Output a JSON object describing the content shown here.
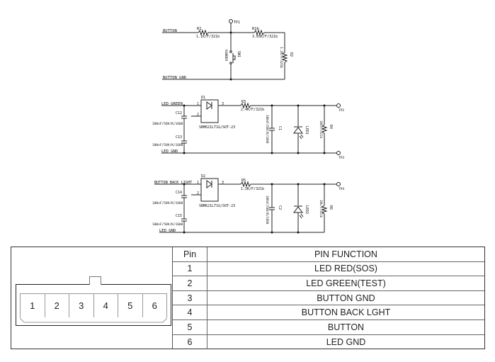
{
  "schematic": {
    "button_circuit": {
      "net_button": "BUTTON",
      "net_button_gnd": "BUTTON_GND",
      "r1_ref": "R1",
      "r1_value": "1.1k/F/321b",
      "r1b_ref": "R1b",
      "r1b_value": "3.65K/F/321b",
      "r2_ref": "R2",
      "r2_value": "1.2k/F/321b",
      "tp1": "TP1",
      "switch_ref": "SW1",
      "switch_value": "RUBBER"
    },
    "led_green_circuit": {
      "net_in": "LED_GREEN",
      "net_gnd": "LED_GND",
      "d_ref": "D1",
      "d_part": "SBM621LT1G/SOT-23",
      "pin1": "1",
      "pin2": "2",
      "pin3": "3",
      "c12_ref": "C12",
      "c12_value": "100nF/50V/K/1608",
      "c13_ref": "C13",
      "c13_value": "100nF/50V/K/1608",
      "r3_ref": "R3",
      "r3_value": "2.4K/F/321b",
      "c1_ref": "C1",
      "c1_value": "100nF/50V/K/1608",
      "led_ref": "LED1",
      "r4_ref": "R4",
      "r4_value": "10k/F/321b",
      "tp_top": "TP2",
      "tp_bottom": "TP3"
    },
    "backlight_circuit": {
      "net_in": "BUTTON_BACK_LIGHT",
      "net_gnd": "LED_GND",
      "d_ref": "D2",
      "d_part": "SBM621LT1G/SOT-23",
      "pin1": "1",
      "pin2": "2",
      "pin3": "3",
      "c14_ref": "C14",
      "c14_value": "100nF/50V/K/1608",
      "c15_ref": "C15",
      "c15_value": "100nF/50V/K/1608",
      "r5_ref": "R5",
      "r5_value": "1.5K/F/321b",
      "c2_ref": "C2",
      "c2_value": "100nF/50V/K/1608",
      "led_ref": "LED2",
      "r6_ref": "R6",
      "r6_value": "10k/F/321b",
      "tp_top": "TP4"
    }
  },
  "connector": {
    "pins": [
      "1",
      "2",
      "3",
      "4",
      "5",
      "6"
    ]
  },
  "pin_table": {
    "headers": {
      "pin": "Pin",
      "function": "PIN FUNCTION"
    },
    "rows": [
      {
        "pin": "1",
        "function": "LED RED(SOS)"
      },
      {
        "pin": "2",
        "function": "LED GREEN(TEST)"
      },
      {
        "pin": "3",
        "function": "BUTTON GND"
      },
      {
        "pin": "4",
        "function": "BUTTON BACK LGHT"
      },
      {
        "pin": "5",
        "function": "BUTTON"
      },
      {
        "pin": "6",
        "function": "LED GND"
      }
    ]
  }
}
